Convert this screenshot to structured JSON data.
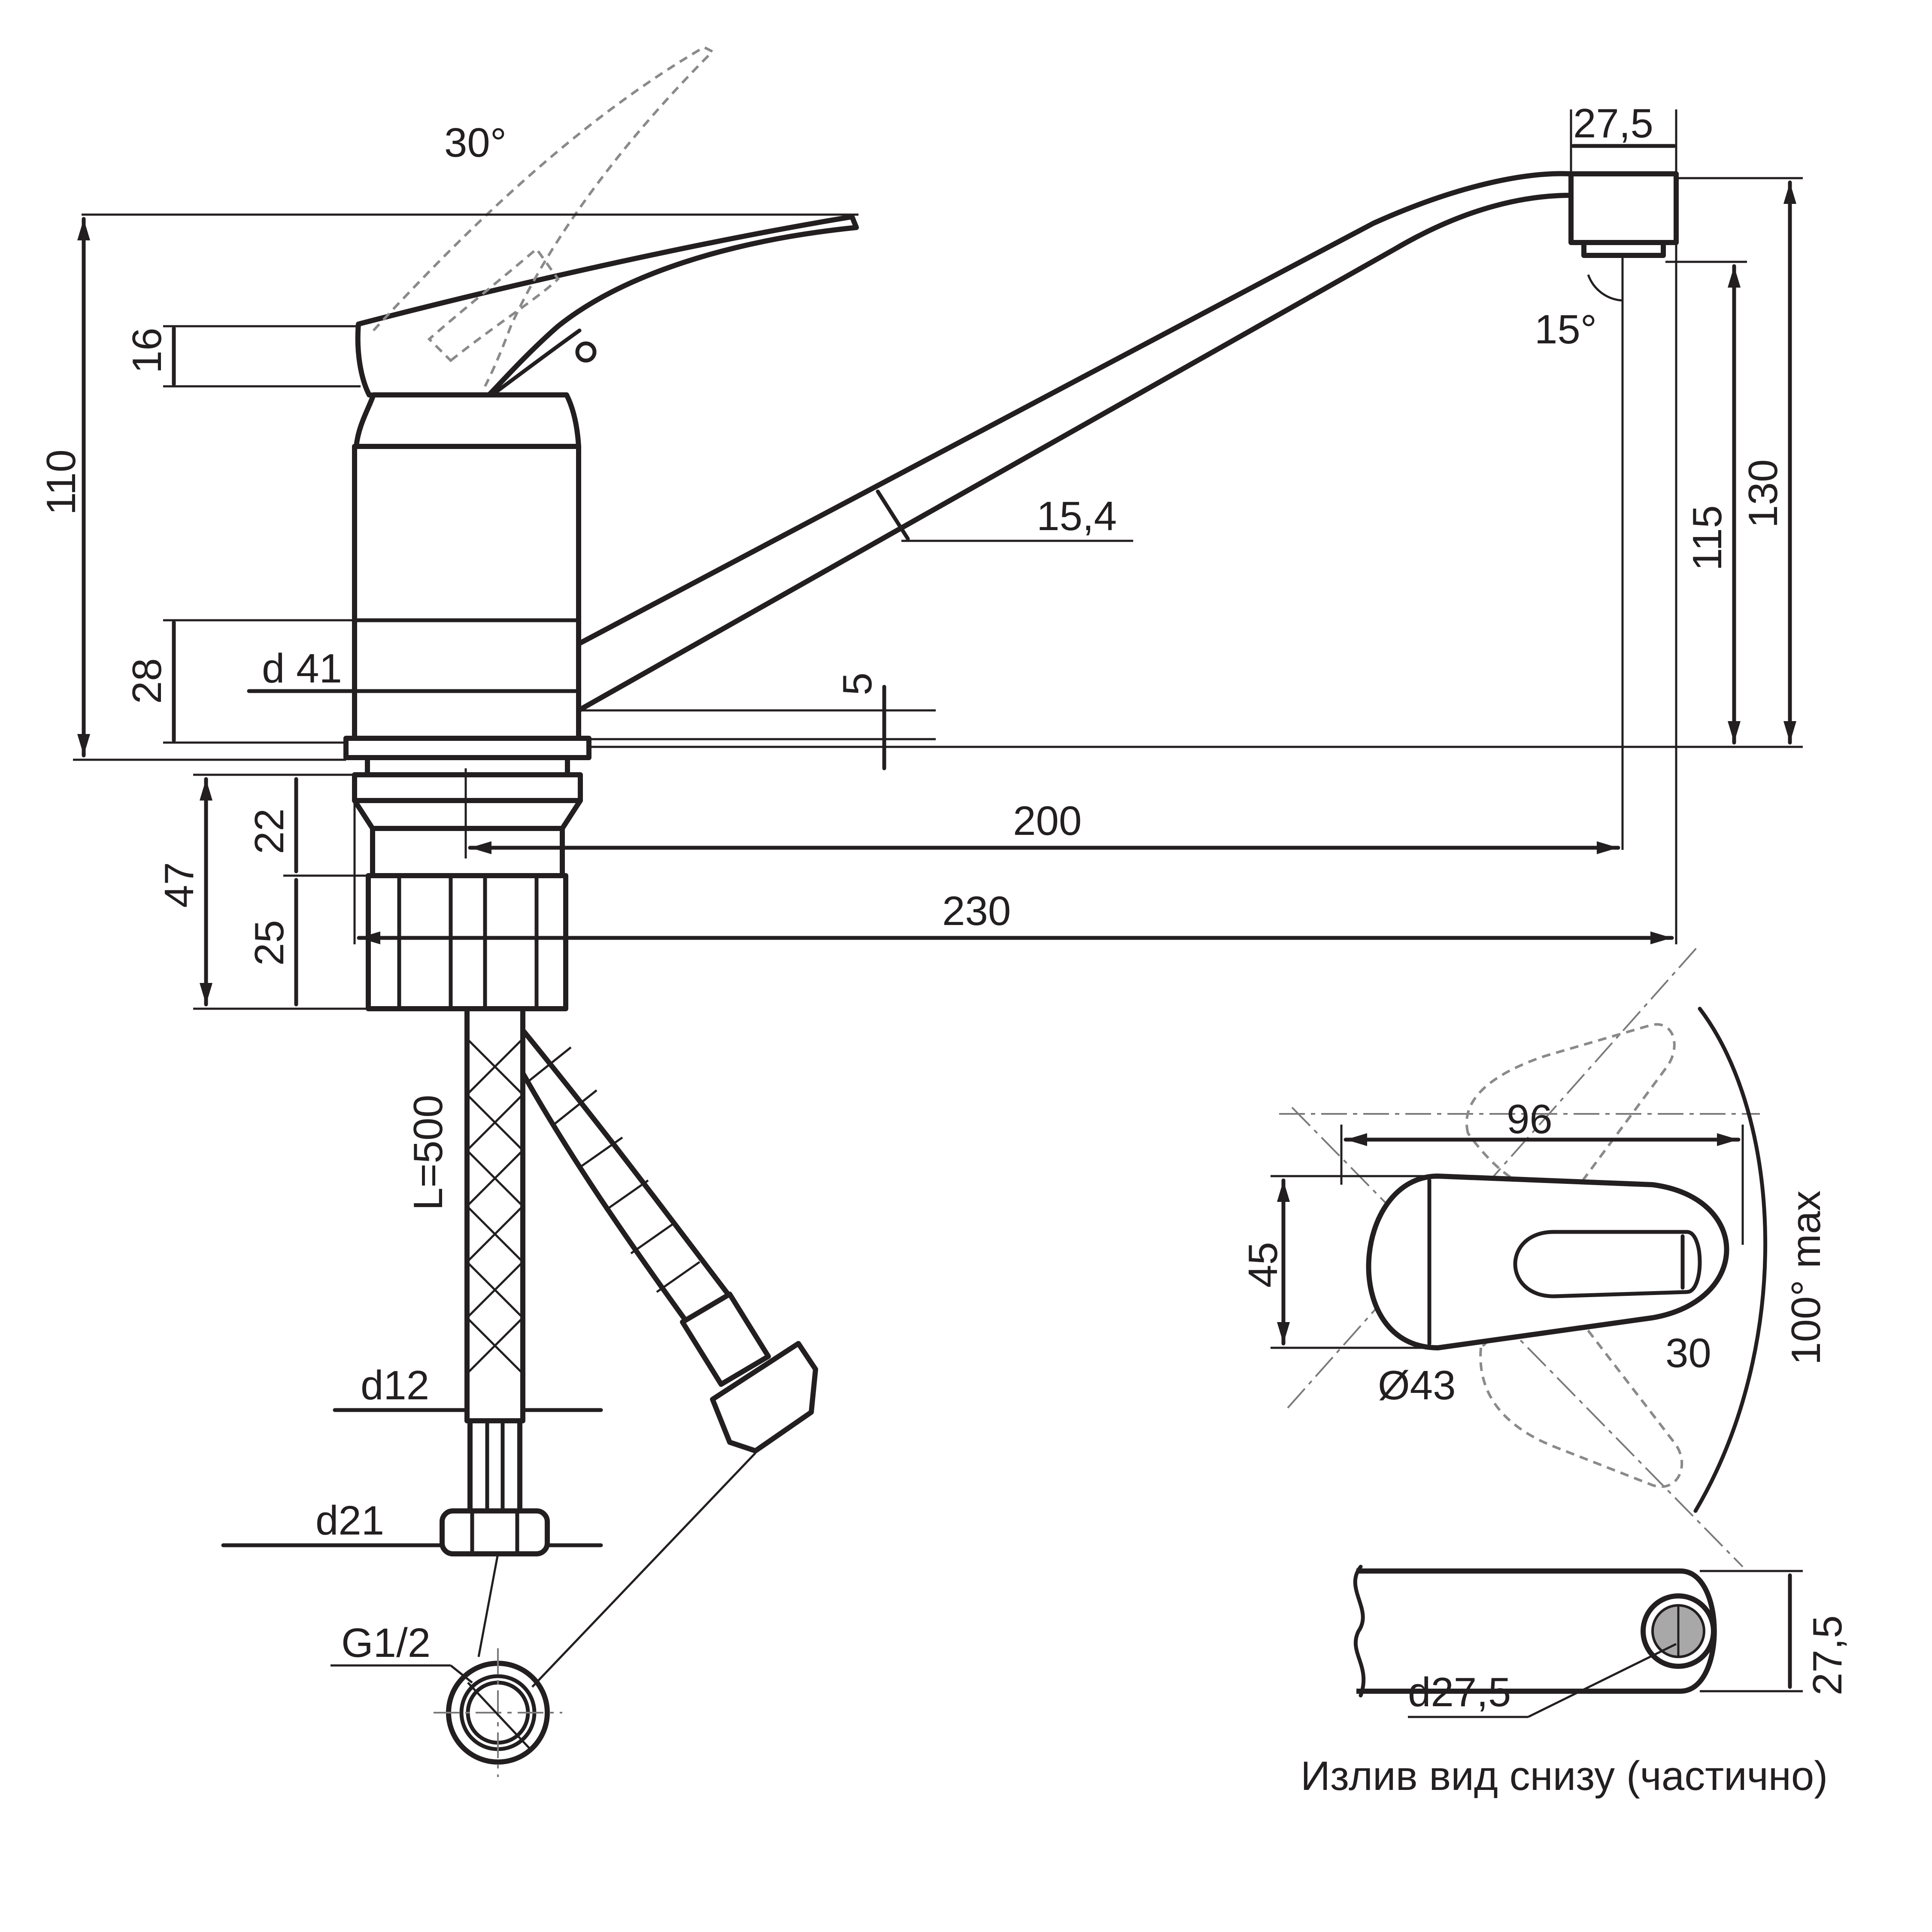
{
  "dimensions": {
    "handle_angle": "30°",
    "handle_height": "16",
    "total_height": "110",
    "body_lower": "28",
    "body_diameter": "d 41",
    "spout_gap": "5",
    "spout_thickness": "15,4",
    "aerator_width": "27,5",
    "aerator_angle": "15°",
    "spout_reach_short": "200",
    "spout_reach_long": "230",
    "spout_height_115": "115",
    "spout_height_130": "130",
    "thread_22": "22",
    "thread_25": "25",
    "thread_47": "47",
    "hose_length": "L=500",
    "hose_diameter": "d12",
    "nut_diameter": "d21",
    "thread_size": "G1/2",
    "lever_length": "96",
    "lever_width": "45",
    "lever_slot": "30",
    "lever_base": "Ø43",
    "rotation": "100° max",
    "spout_section_h": "27,5",
    "spout_section_d": "d27,5"
  },
  "caption": "Излив вид снизу (частично)"
}
